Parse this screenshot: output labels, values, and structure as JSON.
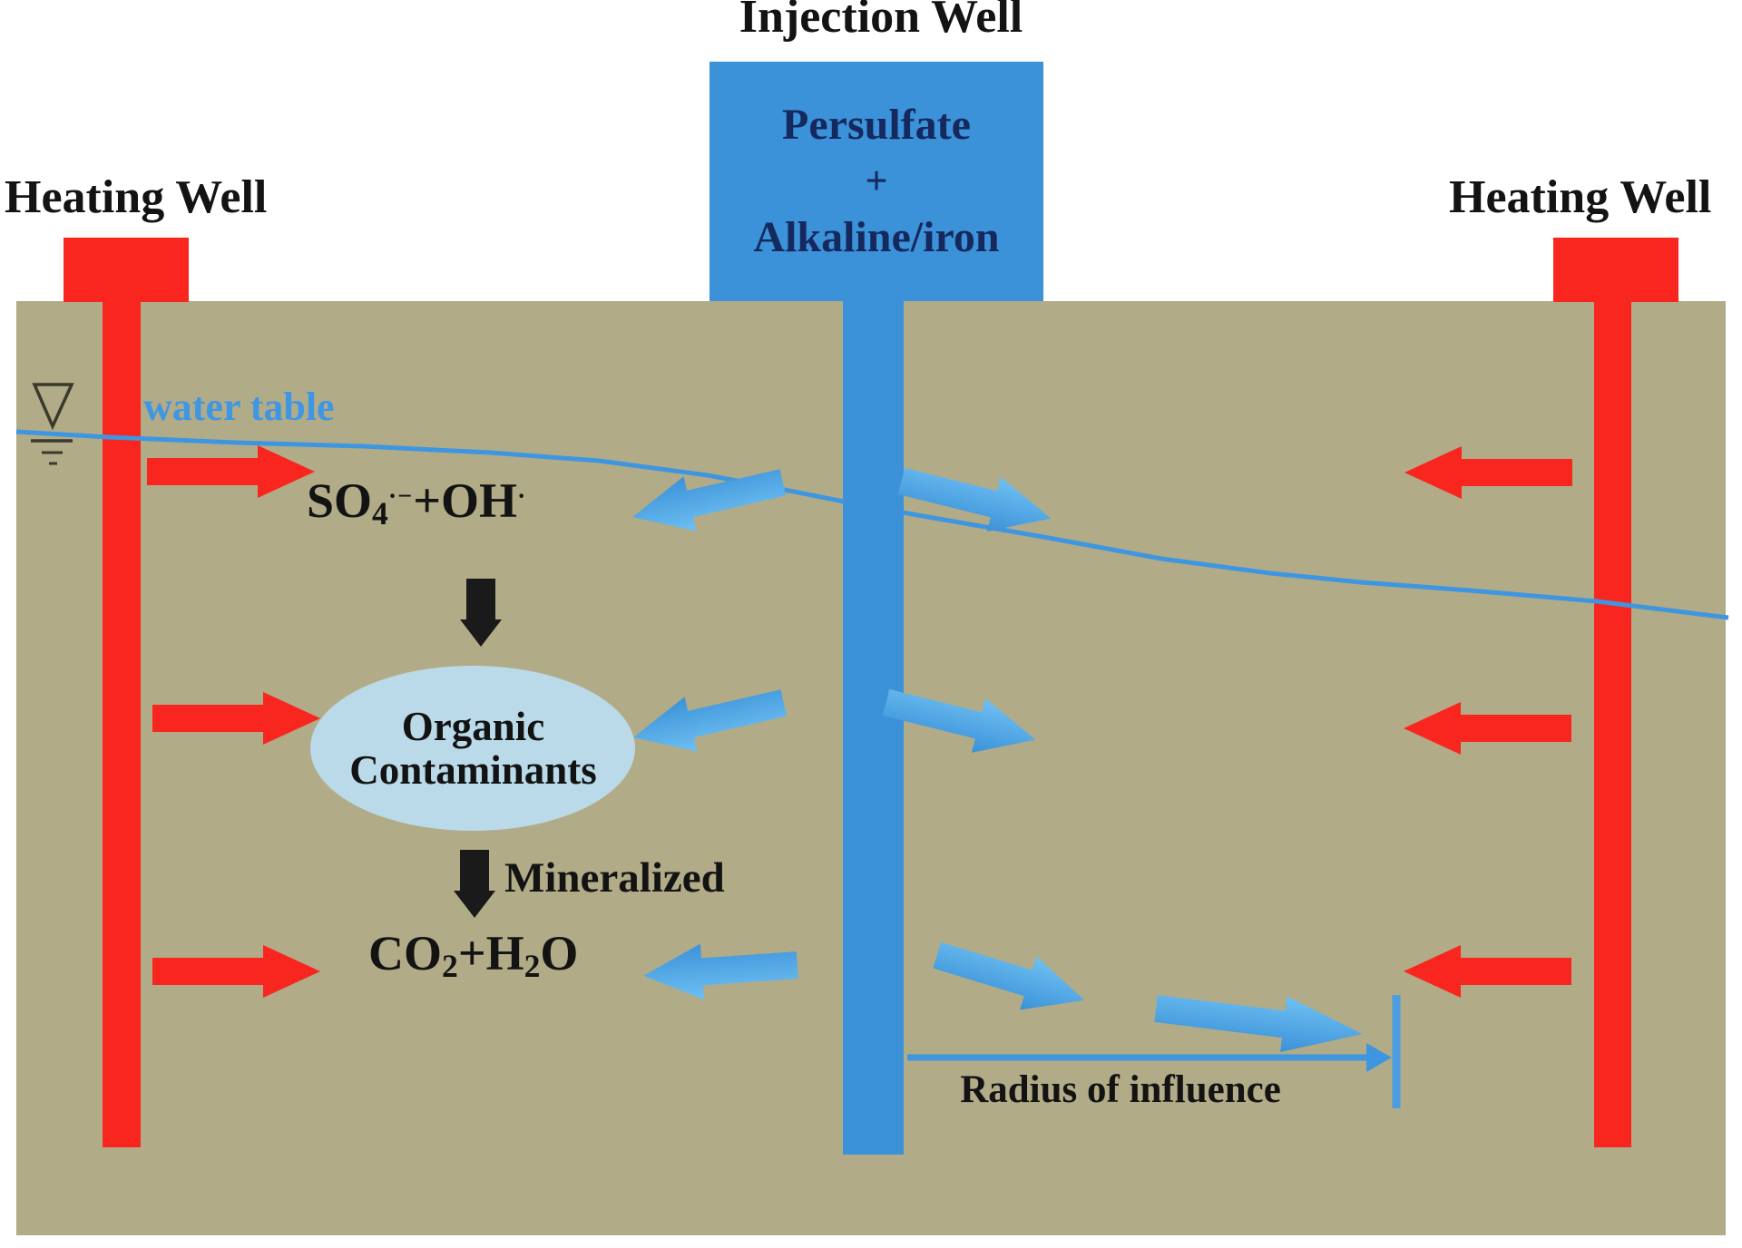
{
  "wells": {
    "injection": {
      "label": "Injection Well",
      "box_line1": "Persulfate",
      "box_line2": "+",
      "box_line3": "Alkaline/iron"
    },
    "heating_left": {
      "label": "Heating Well"
    },
    "heating_right": {
      "label": "Heating Well"
    }
  },
  "groundwater": {
    "water_table_label": "water table"
  },
  "process": {
    "radicals": {
      "base": "SO",
      "sub": "4",
      "sup": "·−",
      "plus": "+OH",
      "radical_dot": "·"
    },
    "organic": {
      "line1": "Organic",
      "line2": "Contaminants"
    },
    "mineralized_label": "Mineralized",
    "products": {
      "p1": "CO",
      "s1": "2",
      "p2": "+H",
      "s2": "2",
      "p3": "O"
    }
  },
  "measurement": {
    "radius_label": "Radius of influence"
  },
  "colors": {
    "soil": "#b2ab88",
    "heating_well_red": "#f8261f",
    "injection_blue": "#3b92d8",
    "dispersion_arrow_blue_light": "#6fc0f2",
    "dispersion_arrow_blue_dark": "#3b92d8",
    "water_line_blue": "#3f96e0",
    "water_table_text_blue": "#3f97e3",
    "contaminant_ellipse": "#badae9",
    "box_text_navy": "#15295e",
    "text_black": "#131313"
  }
}
